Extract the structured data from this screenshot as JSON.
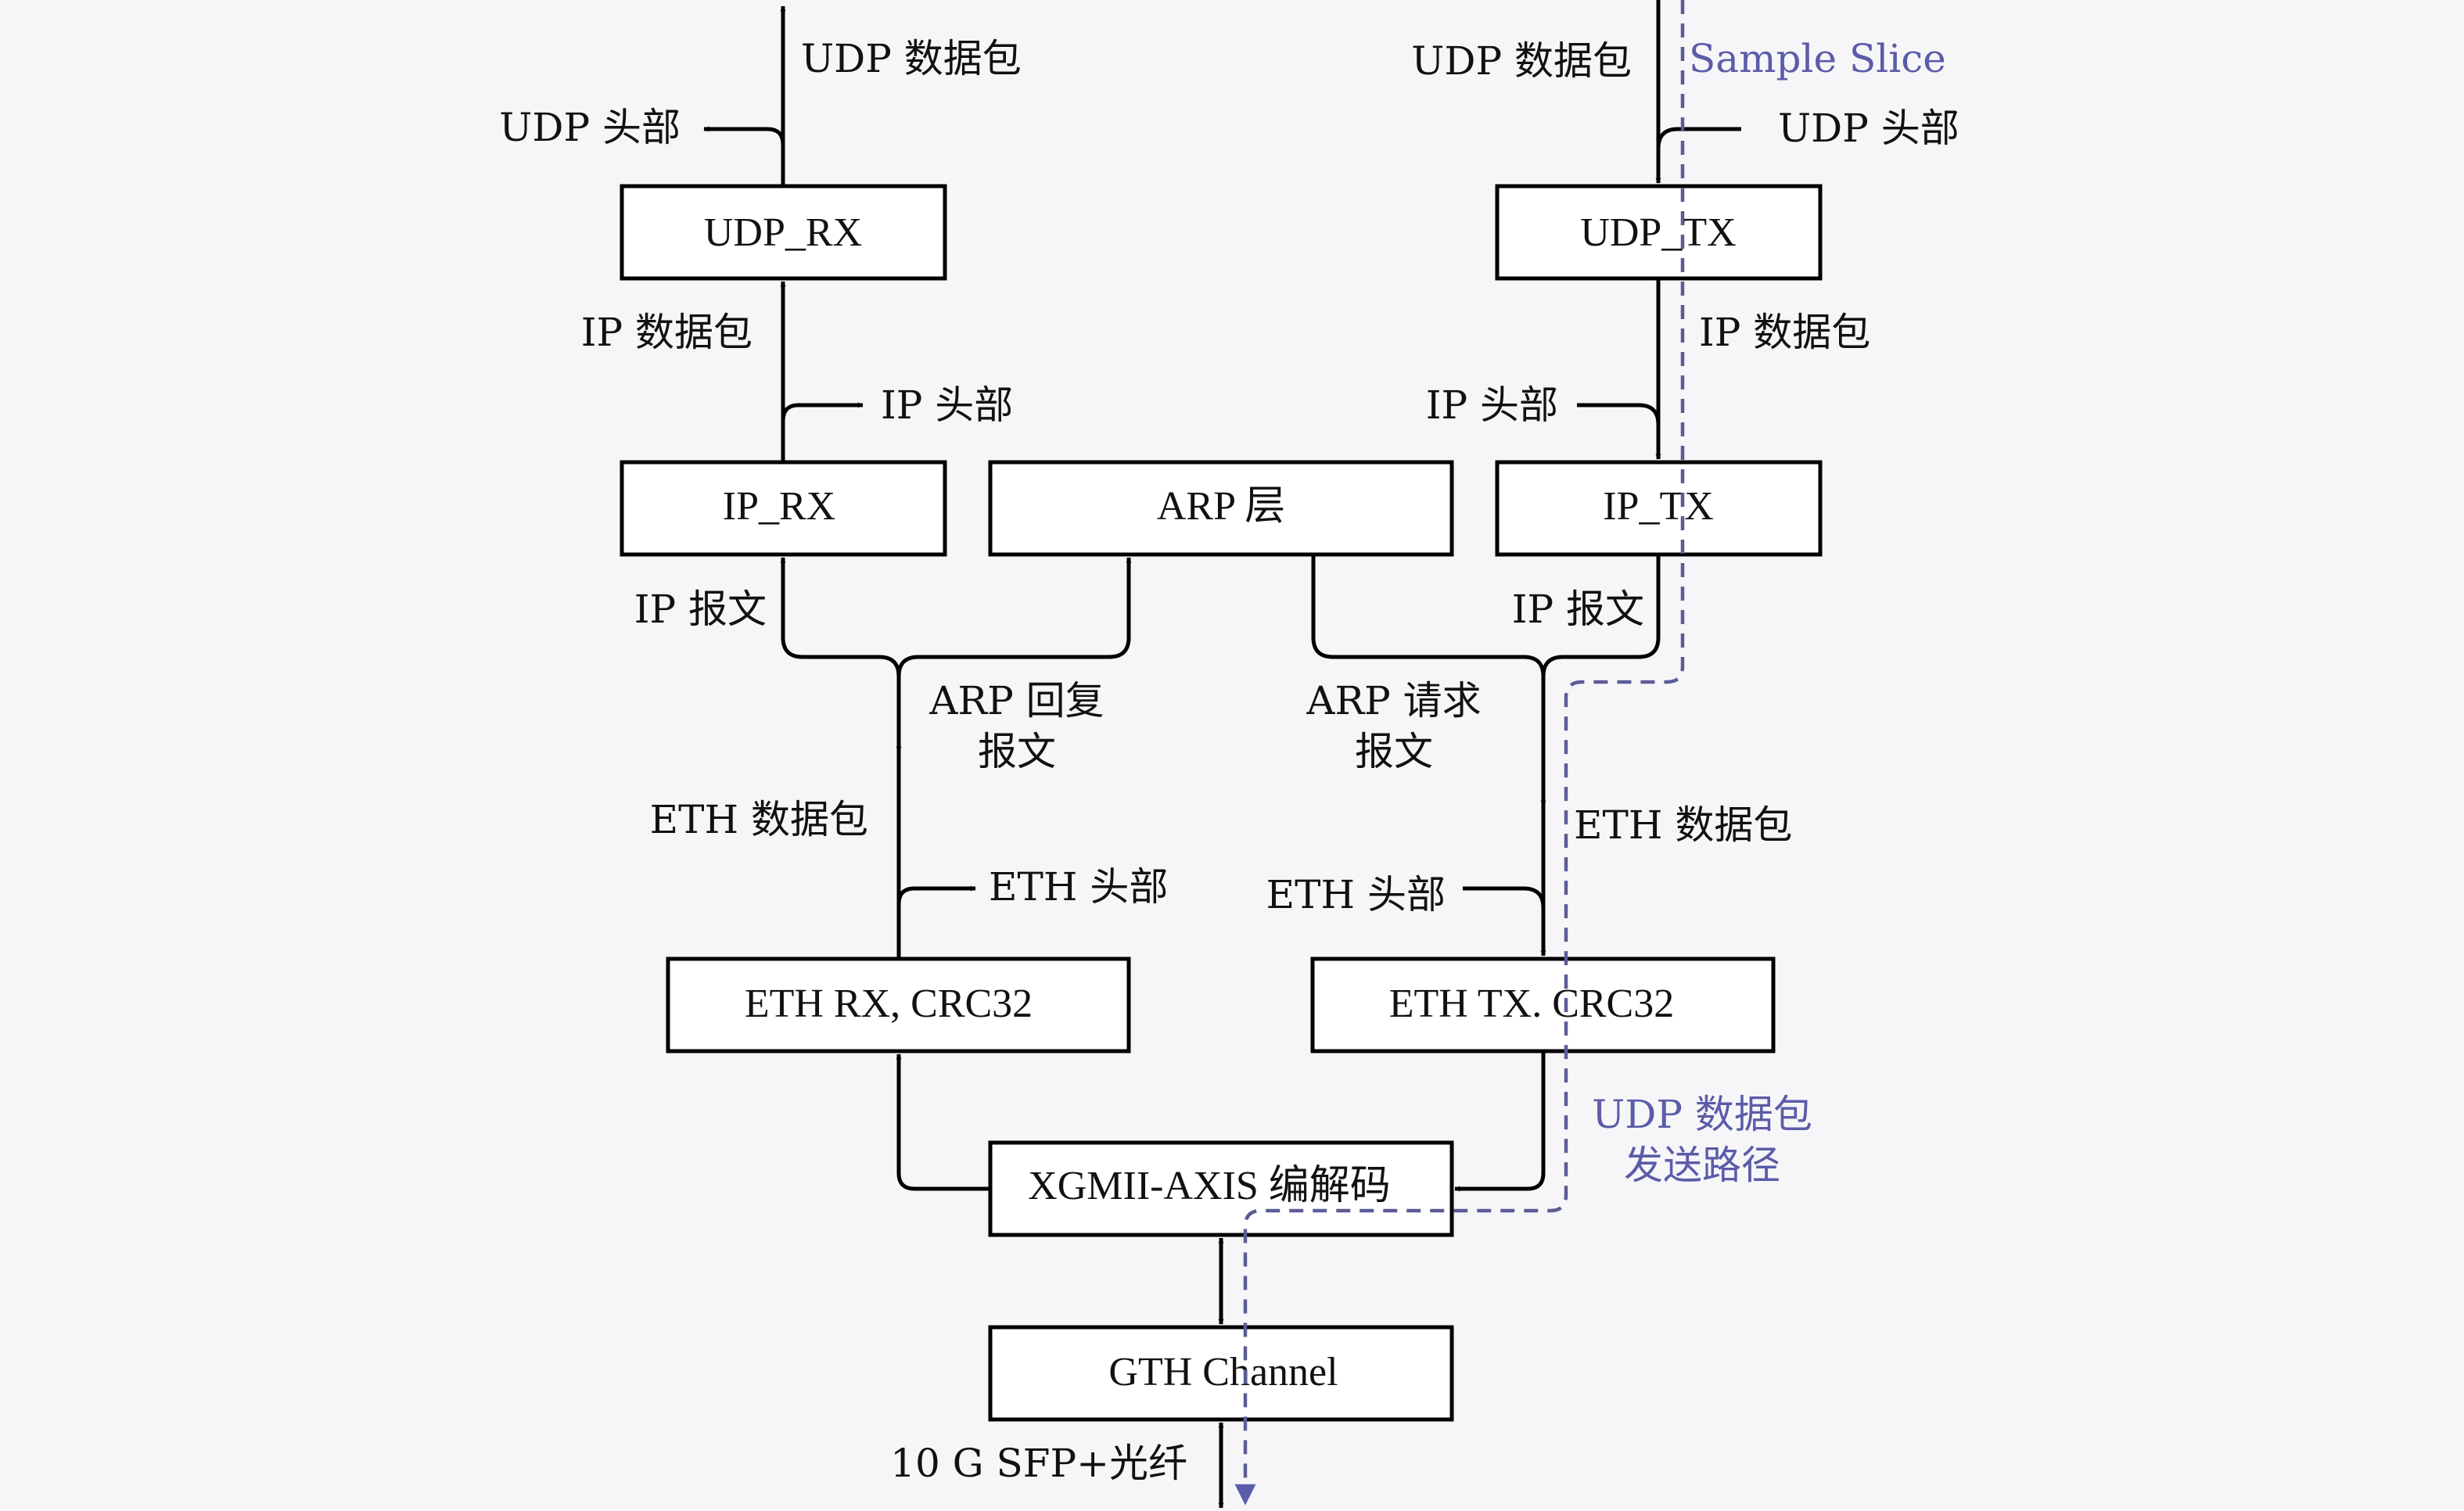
{
  "colors": {
    "background": "#f6f6f8",
    "line": "#000000",
    "sample_path": "#5b5ca8"
  },
  "blocks": {
    "udp_rx": "UDP_RX",
    "udp_tx": "UDP_TX",
    "ip_rx": "IP_RX",
    "arp": "ARP 层",
    "ip_tx": "IP_TX",
    "eth_rx": "ETH RX, CRC32",
    "eth_tx": "ETH TX. CRC32",
    "xgmii": "XGMII-AXIS 编解码",
    "gth": "GTH Channel"
  },
  "labels": {
    "rx_udp_packet": "UDP 数据包",
    "rx_udp_header": "UDP 头部",
    "tx_udp_packet": "UDP 数据包",
    "tx_udp_header": "UDP 头部",
    "sample_slice": "Sample Slice",
    "rx_ip_packet": "IP 数据包",
    "rx_ip_header": "IP 头部",
    "tx_ip_packet": "IP 数据包",
    "tx_ip_header": "IP 头部",
    "rx_ip_message": "IP 报文",
    "tx_ip_message": "IP 报文",
    "arp_reply_1": "ARP 回复",
    "arp_reply_2": "报文",
    "arp_request_1": "ARP 请求",
    "arp_request_2": "报文",
    "rx_eth_packet": "ETH 数据包",
    "rx_eth_header": "ETH 头部",
    "tx_eth_packet": "ETH 数据包",
    "tx_eth_header": "ETH 头部",
    "udp_send_path_1": "UDP 数据包",
    "udp_send_path_2": "发送路径",
    "sfp": "10 G SFP+光纤"
  }
}
